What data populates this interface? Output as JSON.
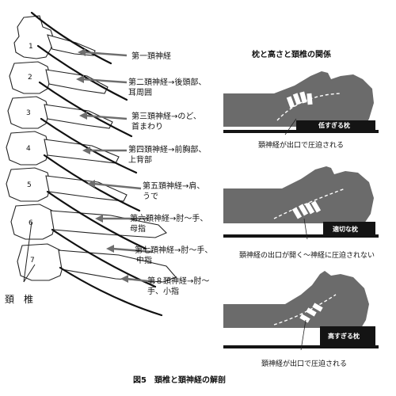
{
  "vertebrae": [
    "1",
    "2",
    "3",
    "4",
    "5",
    "6",
    "7"
  ],
  "nerve_labels": [
    [
      "第一頚神経"
    ],
    [
      "第二頚神経→後頭部、",
      "耳周囲"
    ],
    [
      "第三頚神経→のど、",
      "首まわり"
    ],
    [
      "第四頚神経→前胸部、",
      "上背部"
    ],
    [
      "第五頚神経→肩、",
      "うで"
    ],
    [
      "第六頚神経→肘〜手、",
      "母指"
    ],
    [
      "第七頚神経→肘〜手、",
      "中指"
    ],
    [
      "第８頚神経→肘〜",
      "手、小指"
    ]
  ],
  "cervical_label": "頚　椎",
  "right_title": "枕と高さと頚椎の関係",
  "panels": [
    {
      "pillow": "低すぎる枕",
      "caption": "頚神経が出口で圧迫される"
    },
    {
      "pillow": "適切な枕",
      "caption": "頚神経の出口が開く〜神経に圧迫されない"
    },
    {
      "pillow": "高すぎる枕",
      "caption": "頚神経が出口で圧迫される"
    }
  ],
  "figure_caption": "図5　頚椎と頚神経の解剖",
  "colors": {
    "head": "#6b6b6b",
    "pillow": "#141414",
    "arrow": "#6e6e6e"
  }
}
